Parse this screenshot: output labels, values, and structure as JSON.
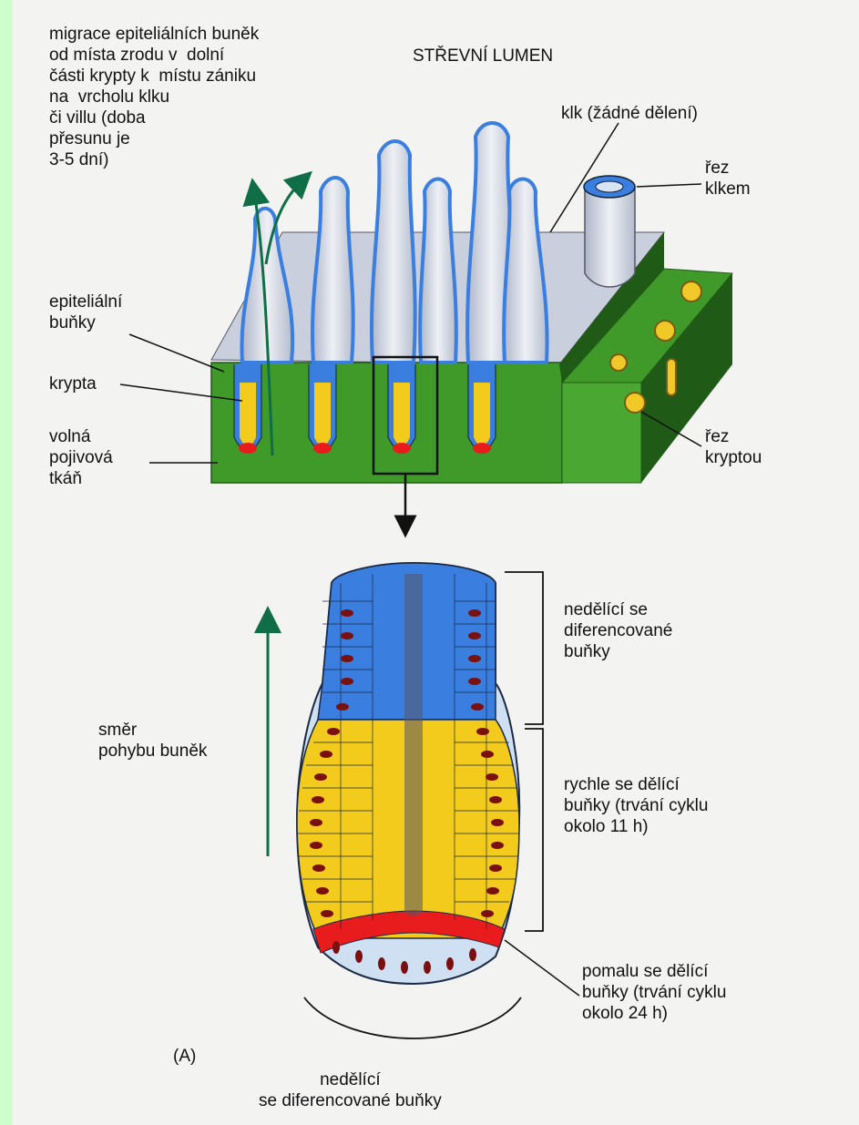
{
  "labels": {
    "migration": "migrace epiteliálních buněk\nod místa zrodu v  dolní\nčásti krypty k  místu zániku\nna  vrcholu klku\nči villu (doba\npřesunu je\n3-5 dní)",
    "lumen": "STŘEVNÍ LUMEN",
    "villus": "klk (žádné dělení)",
    "villus_section": "řez\nklkem",
    "epithelial": "epiteliální\nbuňky",
    "crypt": "krypta",
    "connective": "volná\npojivová\ntkáň",
    "crypt_section": "řez\nkryptou",
    "nondividing_diff": "nedělící se\ndiferencované\nbuňky",
    "direction": "směr\npohybu buněk",
    "rapid": "rychle se dělící\nbuňky (trvání cyklu\nokolo 11 h)",
    "slow": "pomalu se dělící\nbuňky (trvání cyklu\nokolo 24 h)",
    "panel": "(A)",
    "bottom": "nedělící\nse diferencované buňky"
  },
  "colors": {
    "tissue": "#3f9a2a",
    "tissue_dark": "#1f5a16",
    "epithelium": "#3a7ee0",
    "dividing": "#f2cb1c",
    "slow_dividing": "#e81c1c",
    "villus": "#cfd5e2",
    "arrow": "#0f6e46"
  }
}
